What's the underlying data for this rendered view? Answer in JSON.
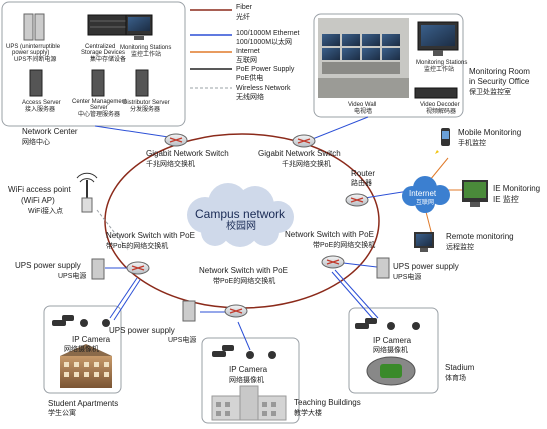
{
  "legend": {
    "fiber": {
      "label_en": "Fiber",
      "label_zh": "光纤",
      "color": "#8b2a1a"
    },
    "ethernet": {
      "label_en": "100/1000M    Ethernet",
      "label_zh": "100/1000M以太网",
      "color": "#2b4fd6"
    },
    "internet": {
      "label_en": "Internet",
      "label_zh": "互联网",
      "color": "#e07a2a"
    },
    "poe": {
      "label_en": "PoE Power Supply",
      "label_zh": "PoE供电",
      "color": "#222222"
    },
    "wireless": {
      "label_en": "Wireless Network",
      "label_zh": "无线网络",
      "color": "#9aa0a6"
    }
  },
  "network_center": {
    "title": "Network Center",
    "title_zh": "网络中心",
    "ups": {
      "en1": "UPS (uninterruptible",
      "en2": "power supply)",
      "zh": "UPS不间断电源"
    },
    "storage": {
      "en1": "Centralized",
      "en2": "Storage Devices",
      "zh": "集中存储设备"
    },
    "monitoring": {
      "en": "Monitoring Stations",
      "zh": "监控工作站"
    },
    "access": {
      "en": "Access Server",
      "zh": "接入服务器"
    },
    "cms": {
      "en1": "Center Management",
      "en2": "Server",
      "zh": "中心管理服务器"
    },
    "distributor": {
      "en": "Distributor Server",
      "zh": "分发服务器"
    }
  },
  "monitoring_room": {
    "title1": "Monitoring Room",
    "title2": "in Security Office",
    "title_zh": "保卫处监控室",
    "stations": {
      "en": "Monitoring Stations",
      "zh": "监控工作站"
    },
    "video_wall": {
      "en": "Video Wall",
      "zh": "电视墙"
    },
    "decoder": {
      "en": "Video Decoder",
      "zh": "视频解码器"
    }
  },
  "switches": {
    "gig_left": {
      "en": "Gigabit Network Switch",
      "zh": "千兆网络交换机"
    },
    "gig_right": {
      "en": "Gigabit Network Switch",
      "zh": "千兆网络交换机"
    },
    "router": {
      "en": "Router",
      "zh": "路由器"
    },
    "poe_left": {
      "en": "Network Switch with PoE",
      "zh": "带PoE的网络交换机"
    },
    "poe_mid": {
      "en": "Network Switch with PoE",
      "zh": "带PoE的网络交换机"
    },
    "poe_right": {
      "en": "Network Switch with PoE",
      "zh": "带PoE的网络交换机"
    }
  },
  "campus": {
    "en": "Campus network",
    "zh": "校园网"
  },
  "internet": {
    "en": "Internet",
    "zh": "互联网"
  },
  "wifi": {
    "en1": "WiFi access point",
    "en2": "(WiFi AP)",
    "zh": "WiFi接入点"
  },
  "mobile": {
    "en": "Mobile Monitoring",
    "zh": "手机监控"
  },
  "ie": {
    "en1": "IE Monitoring",
    "en2": "IE 监控"
  },
  "remote": {
    "en": "Remote monitoring",
    "zh": "远程监控"
  },
  "ups_left": {
    "en": "UPS power supply",
    "zh": "UPS电源"
  },
  "ups_mid": {
    "en": "UPS power supply",
    "zh": "UPS电源"
  },
  "ups_right": {
    "en": "UPS power supply",
    "zh": "UPS电源"
  },
  "camera_left": {
    "en": "IP Camera",
    "zh": "网络摄像机"
  },
  "camera_mid": {
    "en": "IP Camera",
    "zh": "网络摄像机"
  },
  "camera_right": {
    "en": "IP Camera",
    "zh": "网络摄像机"
  },
  "student": {
    "en": "Student Apartments",
    "zh": "学生公寓"
  },
  "teaching": {
    "en": "Teaching Buildings",
    "zh": "教学大楼"
  },
  "stadium": {
    "en": "Stadium",
    "zh": "体育场"
  }
}
